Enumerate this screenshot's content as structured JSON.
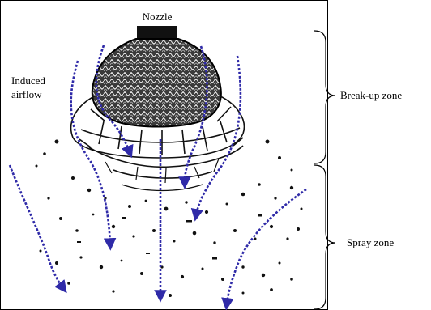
{
  "labels": {
    "nozzle": "Nozzle",
    "induced_airflow_line1": "Induced",
    "induced_airflow_line2": "airflow",
    "breakup_zone": "Break-up zone",
    "spray_zone": "Spray zone"
  },
  "colors": {
    "arrow": "#2f2aa8",
    "frame": "#000000",
    "spray": "#111111",
    "background": "#ffffff"
  }
}
